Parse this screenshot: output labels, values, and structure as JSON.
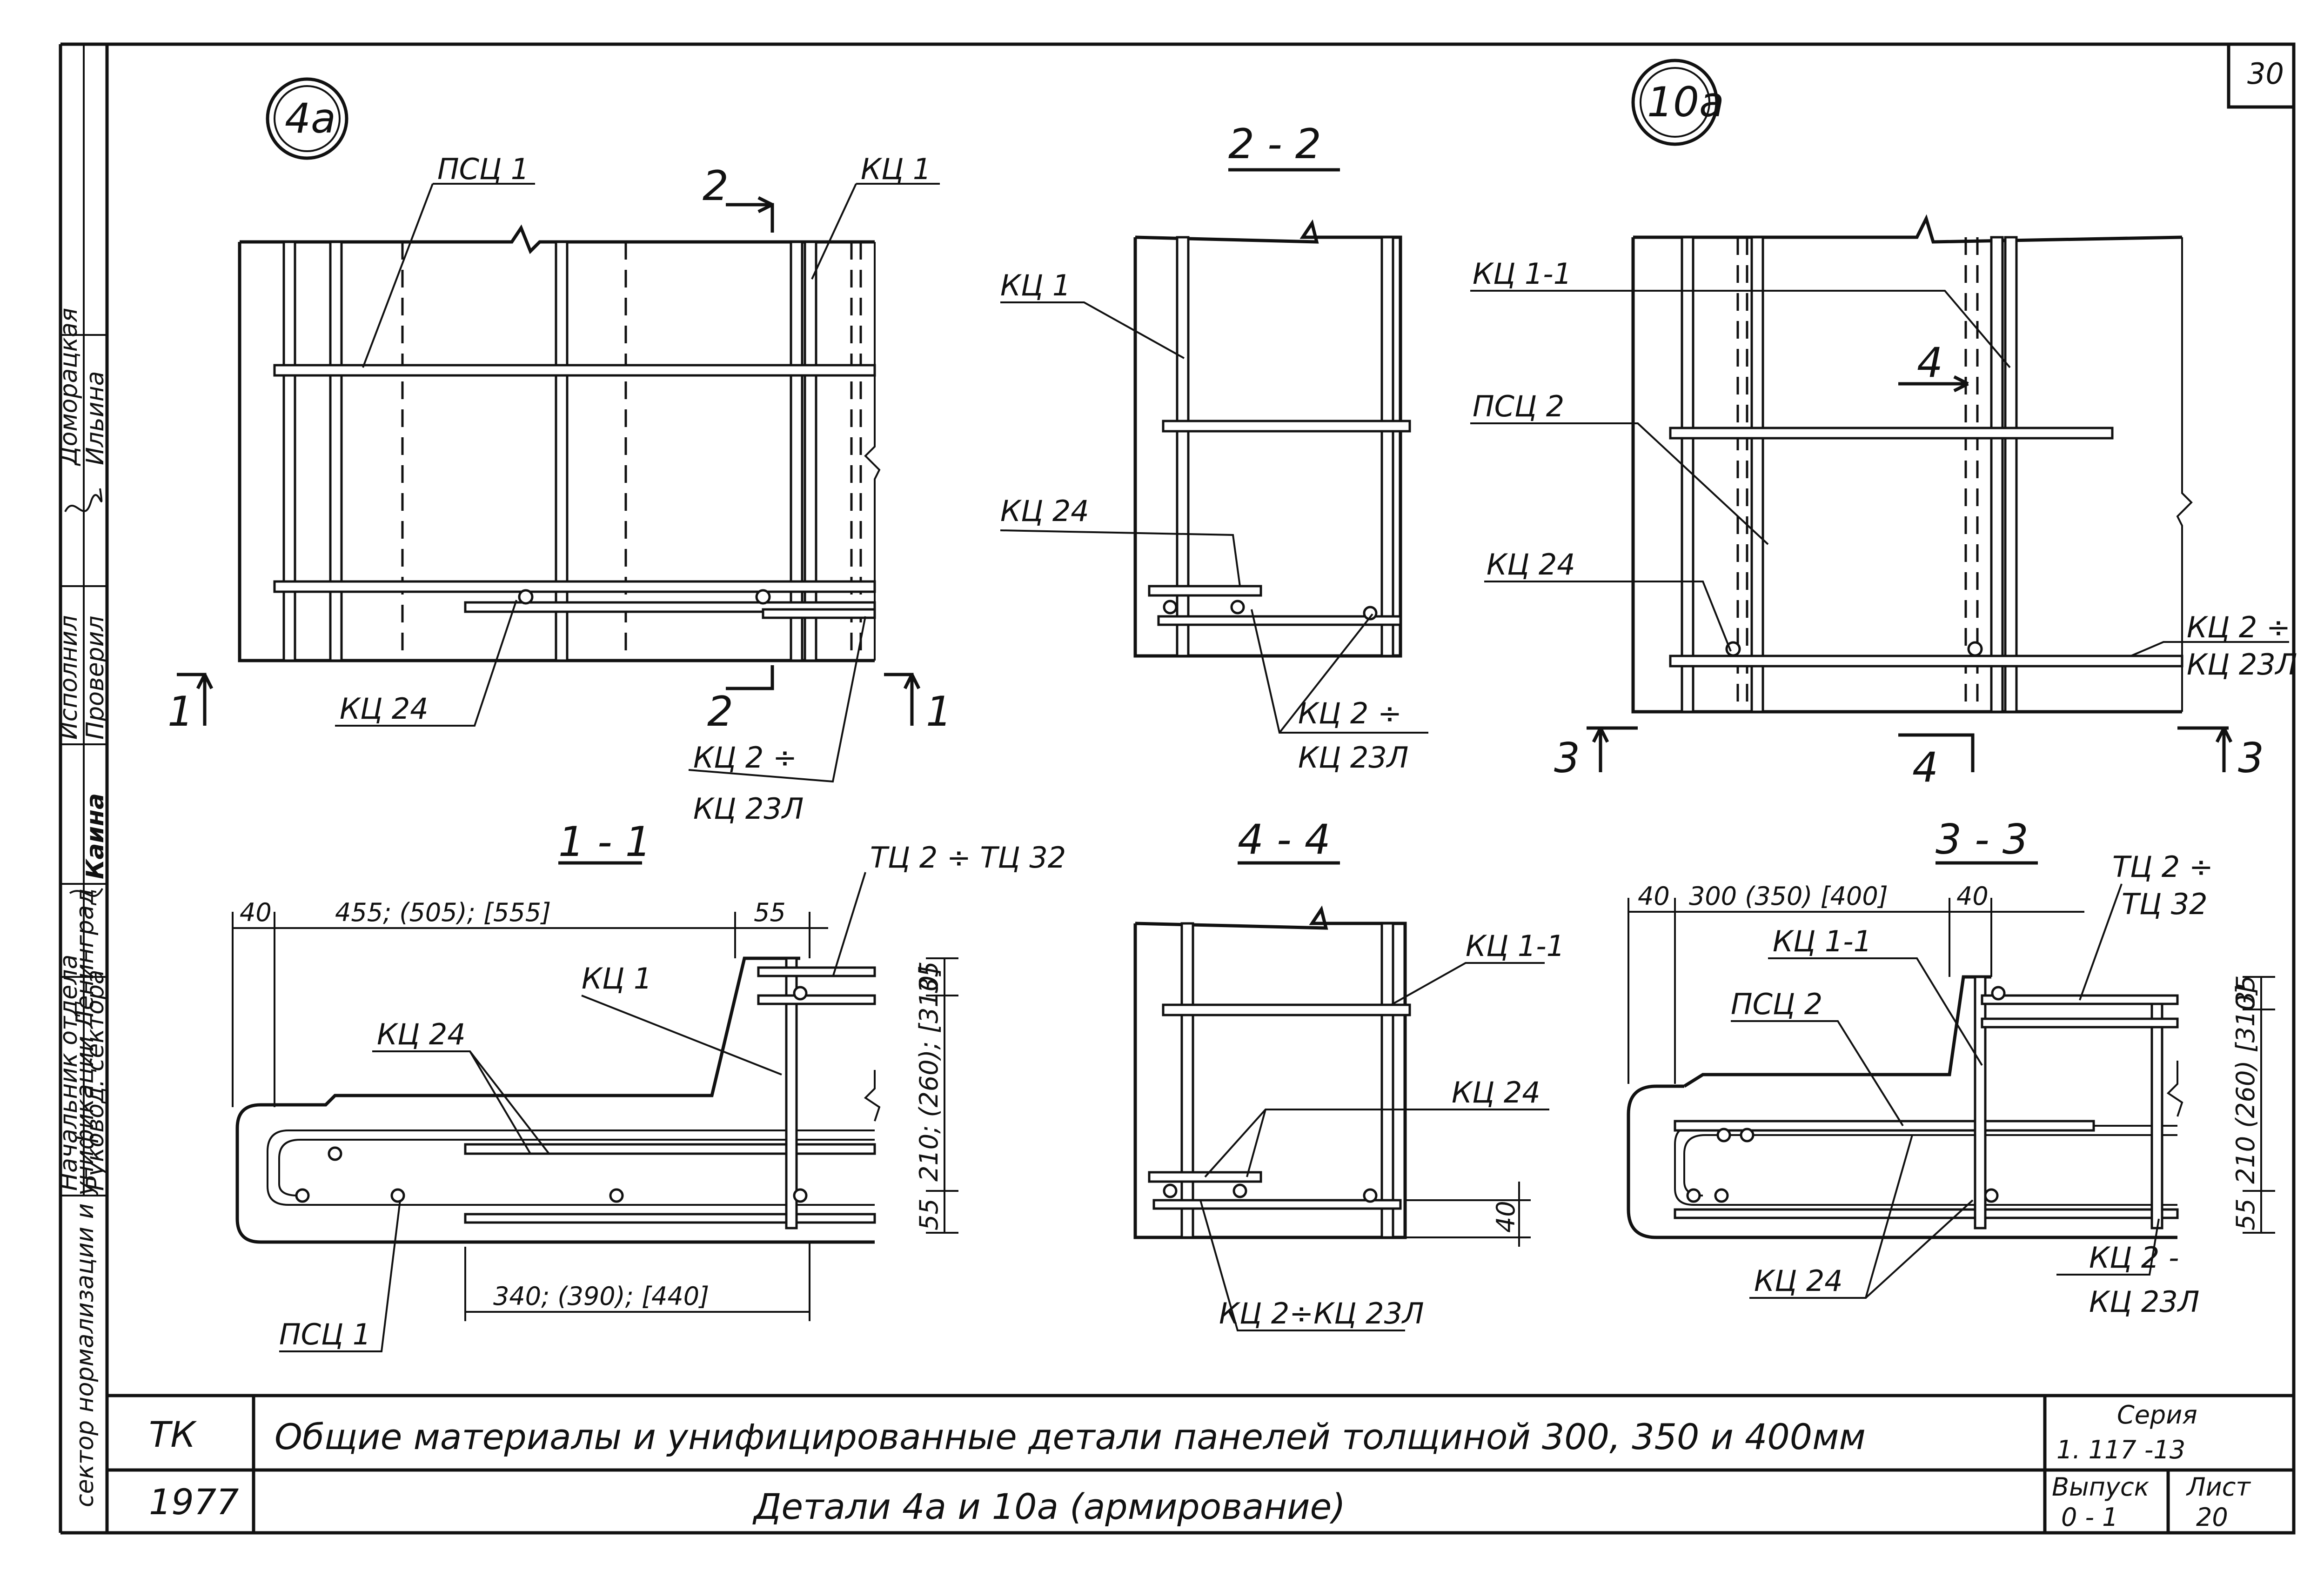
{
  "sheet": {
    "page_number": "30",
    "title_block": {
      "org_code": "ТК",
      "year": "1977",
      "title_line1": "Общие материалы и унифицированные детали панелей толщиной 300, 350 и 400мм",
      "title_line2": "Детали 4а и 10а (армирование)",
      "series_label": "Серия",
      "series_value": "1. 117 -13",
      "issue_label": "Выпуск",
      "issue_value": "0 - 1",
      "sheet_label": "Лист",
      "sheet_value": "20"
    },
    "side_stamp": {
      "org": "сектор нормализации и унификации Ленинград",
      "roles": [
        "Начальник отдела",
        "Руковод. сектора",
        "Исполнил",
        "Проверил"
      ],
      "names": [
        "Каина",
        "Доморацкая",
        "Ильина"
      ]
    }
  },
  "views": {
    "detail_4a": {
      "marker": "4а",
      "labels": {
        "psc1_top": "ПСЦ 1",
        "kc1_top": "КЦ 1",
        "kc24": "КЦ 24",
        "kc2_range_a": "КЦ 2 ÷",
        "kc2_range_b": "КЦ 23Л"
      },
      "cuts": [
        "1",
        "1",
        "2",
        "2"
      ]
    },
    "detail_10a": {
      "marker": "10а",
      "labels": {
        "kc1_1": "КЦ 1-1",
        "psc2": "ПСЦ 2",
        "kc24": "КЦ 24",
        "kc2_range_a": "КЦ 2 ÷",
        "kc2_range_b": "КЦ 23Л"
      },
      "cuts": [
        "3",
        "3",
        "4",
        "4"
      ]
    },
    "section_2_2": {
      "title": "2 - 2",
      "labels": {
        "kc1": "КЦ 1",
        "kc24": "КЦ 24",
        "kc2_a": "КЦ 2 ÷",
        "kc2_b": "КЦ 23Л"
      }
    },
    "section_1_1": {
      "title": "1 - 1",
      "labels": {
        "tc": "ТЦ 2 ÷ ТЦ 32",
        "kc1": "КЦ 1",
        "kc24": "КЦ 24",
        "psc1": "ПСЦ 1"
      },
      "dims": {
        "d40": "40",
        "d455": "455; (505); [555]",
        "d55": "55",
        "d35": "35",
        "d210": "210; (260); [310]",
        "d55v": "55",
        "d340": "340; (390); [440]"
      }
    },
    "section_4_4": {
      "title": "4 - 4",
      "labels": {
        "kc1_1": "КЦ 1-1",
        "kc24": "КЦ 24",
        "kc2": "КЦ 2÷КЦ 23Л"
      },
      "dims": {
        "d40": "40"
      }
    },
    "section_3_3": {
      "title": "3 - 3",
      "labels": {
        "tc_a": "ТЦ 2 ÷",
        "tc_b": "ТЦ 32",
        "kc1_1": "КЦ 1-1",
        "psc2": "ПСЦ 2",
        "kc24": "КЦ 24",
        "kc2_a": "КЦ 2 -",
        "kc2_b": "КЦ 23Л"
      },
      "dims": {
        "d40a": "40",
        "d300": "300 (350) [400]",
        "d40b": "40",
        "d35": "35",
        "d210": "210 (260) [310]",
        "d55": "55"
      }
    }
  }
}
